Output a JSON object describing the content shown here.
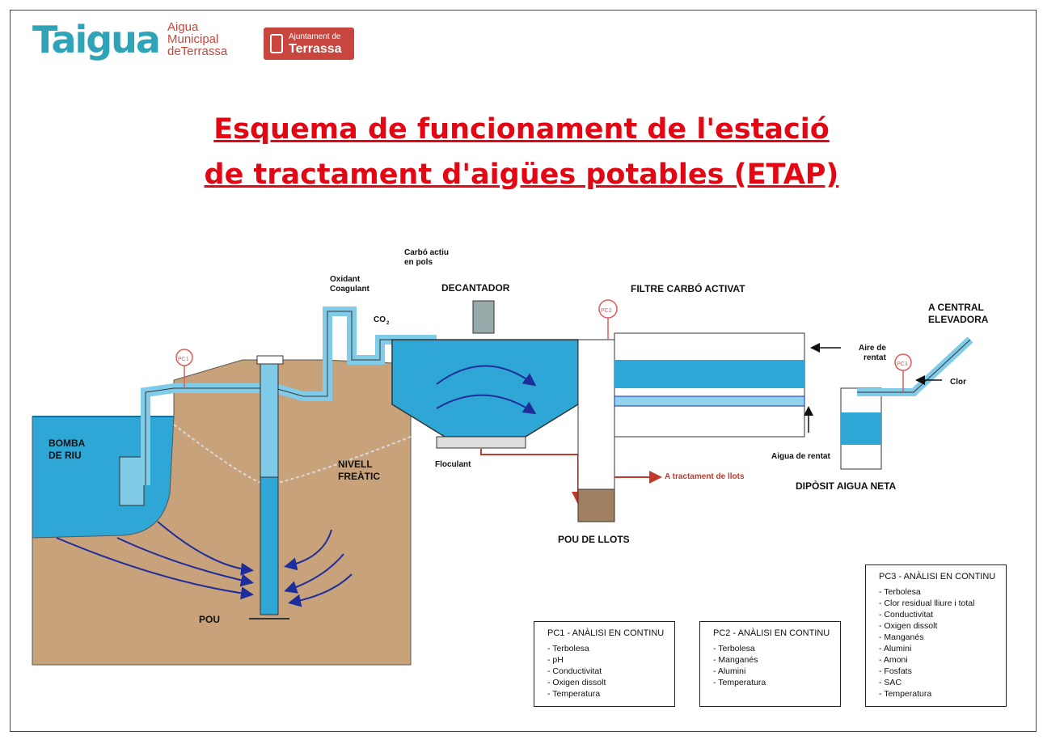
{
  "header": {
    "logo_wordmark": "Taigua",
    "logo_sub_lines": [
      "Aigua",
      "Municipal",
      "deTerrassa"
    ],
    "ajuntament_line1": "Ajuntament de",
    "ajuntament_line2": "Terrassa"
  },
  "title": {
    "line1": "Esquema de funcionament de l'estació",
    "line2": "de tractament d'aigües potables (ETAP)"
  },
  "diagram": {
    "labels": {
      "bomba_de_riu_1": "BOMBA",
      "bomba_de_riu_2": "DE RIU",
      "nivell_freatic_1": "NIVELL",
      "nivell_freatic_2": "FREÀTIC",
      "pou": "POU",
      "oxidant_1": "Oxidant",
      "oxidant_2": "Coagulant",
      "co2": "CO",
      "co2_sub": "2",
      "carbo_1": "Carbó actiu",
      "carbo_2": "en pols",
      "decantador": "DECANTADOR",
      "floculant": "Floculant",
      "filtre": "FILTRE CARBÓ ACTIVAT",
      "aire_1": "Aire de",
      "aire_2": "rentat",
      "aigua_rentat": "Aigua de rentat",
      "tractament_llots": "A tractament de llots",
      "pou_llots": "POU DE LLOTS",
      "diposit": "DIPÒSIT AIGUA NETA",
      "central_1": "A CENTRAL",
      "central_2": "ELEVADORA",
      "clor": "Clor",
      "pc1": "PC1",
      "pc2": "PC2",
      "pc3": "PC3"
    },
    "colors": {
      "water": "#2ea7d6",
      "water_light": "#8fd3ee",
      "soil": "#c8a27a",
      "pipe": "#7fcbe8",
      "flow_arrow": "#1e2d9c",
      "sludge_arrow": "#c0392b",
      "probe": "#e05a5a"
    }
  },
  "analysis_boxes": [
    {
      "code": "PC1",
      "title": "PC1 - ANÀLISI EN CONTINU",
      "items": [
        "Terbolesa",
        "pH",
        "Conductivitat",
        "Oxigen dissolt",
        "Temperatura"
      ]
    },
    {
      "code": "PC2",
      "title": "PC2 - ANÀLISI EN CONTINU",
      "items": [
        "Terbolesa",
        "Manganés",
        "Alumini",
        "Temperatura"
      ]
    },
    {
      "code": "PC3",
      "title": "PC3 - ANÀLISI EN CONTINU",
      "items": [
        "Terbolesa",
        "Clor residual lliure i total",
        "Conductivitat",
        "Oxigen dissolt",
        "Manganés",
        "Alumini",
        "Amoni",
        "Fosfats",
        "SAC",
        "Temperatura"
      ]
    }
  ]
}
